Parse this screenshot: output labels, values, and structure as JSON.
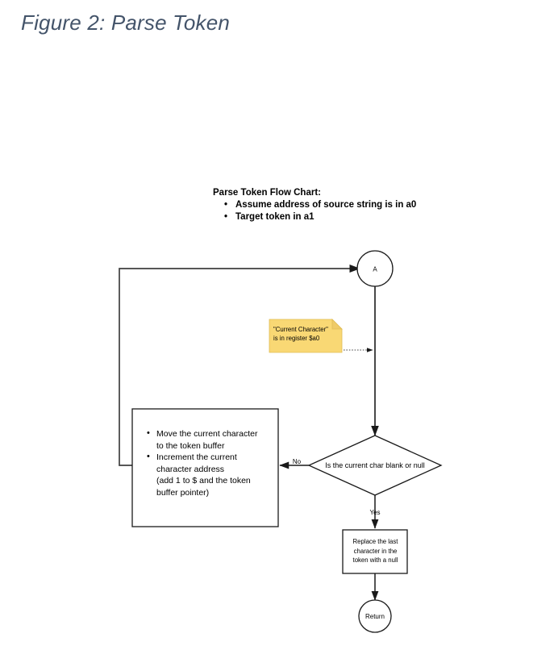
{
  "figure": {
    "title": "Figure 2: Parse Token",
    "title_color": "#44546A"
  },
  "chart_heading": {
    "title": "Parse Token Flow Chart:",
    "bullets": [
      "Assume address of source string is in a0",
      "Target token in a1"
    ]
  },
  "flowchart": {
    "type": "flowchart",
    "nodes": {
      "connector_a": {
        "shape": "circle",
        "label": "A"
      },
      "decision": {
        "shape": "diamond",
        "label": "Is the current char blank or null"
      },
      "process_loop": {
        "shape": "rectangle",
        "bullets": [
          "Move the current character to the token buffer",
          "Increment the current character address (add 1 to $ and the token buffer pointer)"
        ],
        "bullet_lines": [
          [
            "Move the current character",
            "to the token buffer"
          ],
          [
            "Increment the current",
            "character address",
            "(add 1 to $ and the token",
            "buffer pointer)"
          ]
        ]
      },
      "replace_box": {
        "shape": "rectangle",
        "lines": [
          "Replace the last",
          "character in the",
          "token with a null"
        ]
      },
      "return_terminal": {
        "shape": "circle",
        "label": "Return"
      }
    },
    "note": {
      "shape": "sticky-note",
      "color": "#F9D874",
      "lines": [
        "\"Current Character\"",
        "is in register $a0"
      ]
    },
    "edge_labels": {
      "no": "No",
      "yes": "Yes"
    }
  }
}
